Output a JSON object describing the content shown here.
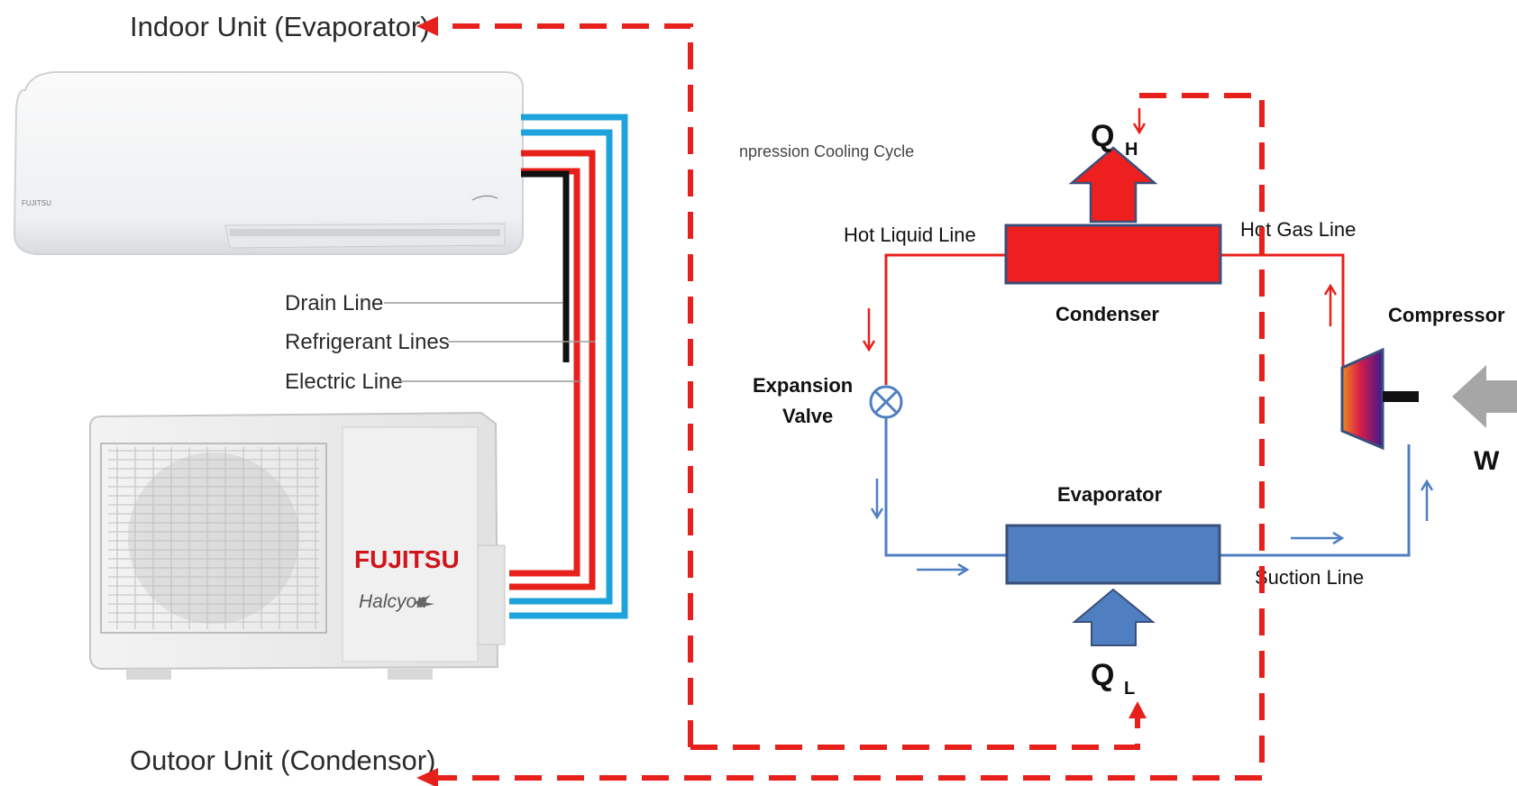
{
  "titles": {
    "indoor": "Indoor Unit (Evaporator)",
    "outdoor": "Outoor Unit (Condensor)",
    "cycle": "npression Cooling Cycle"
  },
  "line_legend": {
    "drain": "Drain Line",
    "refrigerant": "Refrigerant Lines",
    "electric": "Electric Line"
  },
  "branding": {
    "brand": "FUJITSU",
    "model": "Halcyon",
    "indoor_badge": "FUJITSU"
  },
  "cycle_labels": {
    "hot_liquid_line": "Hot Liquid Line",
    "hot_gas_line": "Hot Gas Line",
    "condenser": "Condenser",
    "compressor": "Compressor",
    "expansion_valve_1": "Expansion",
    "expansion_valve_2": "Valve",
    "evaporator": "Evaporator",
    "suction_line": "Suction Line",
    "qh": "Q",
    "qh_sub": "H",
    "ql": "Q",
    "ql_sub": "L",
    "work": "W"
  },
  "colors": {
    "hot": "#e8201c",
    "cold": "#4f7fc1",
    "cyan_pipe": "#1fa3dd",
    "dashed": "#e8201c",
    "work_arrow": "#a6a6a6"
  }
}
